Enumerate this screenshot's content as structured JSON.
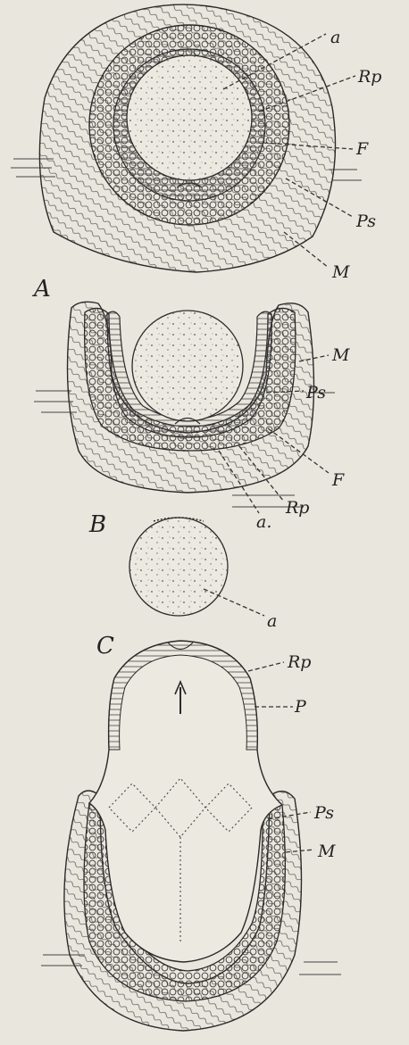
{
  "figure": {
    "panels": [
      {
        "id": "A",
        "label": "A",
        "callouts": [
          "a",
          "Rp",
          "F",
          "Ps",
          "M"
        ]
      },
      {
        "id": "B",
        "label": "B",
        "callouts": [
          "M",
          "Ps",
          "F",
          "Rp",
          "a."
        ]
      },
      {
        "id": "C",
        "label": "C",
        "callouts": [
          "a"
        ]
      },
      {
        "id": "D",
        "label": "",
        "callouts": [
          "Rp",
          "P",
          "Ps",
          "M"
        ]
      }
    ]
  },
  "colors": {
    "paper": "#e9e6dd",
    "ink": "#2a2a2a"
  }
}
